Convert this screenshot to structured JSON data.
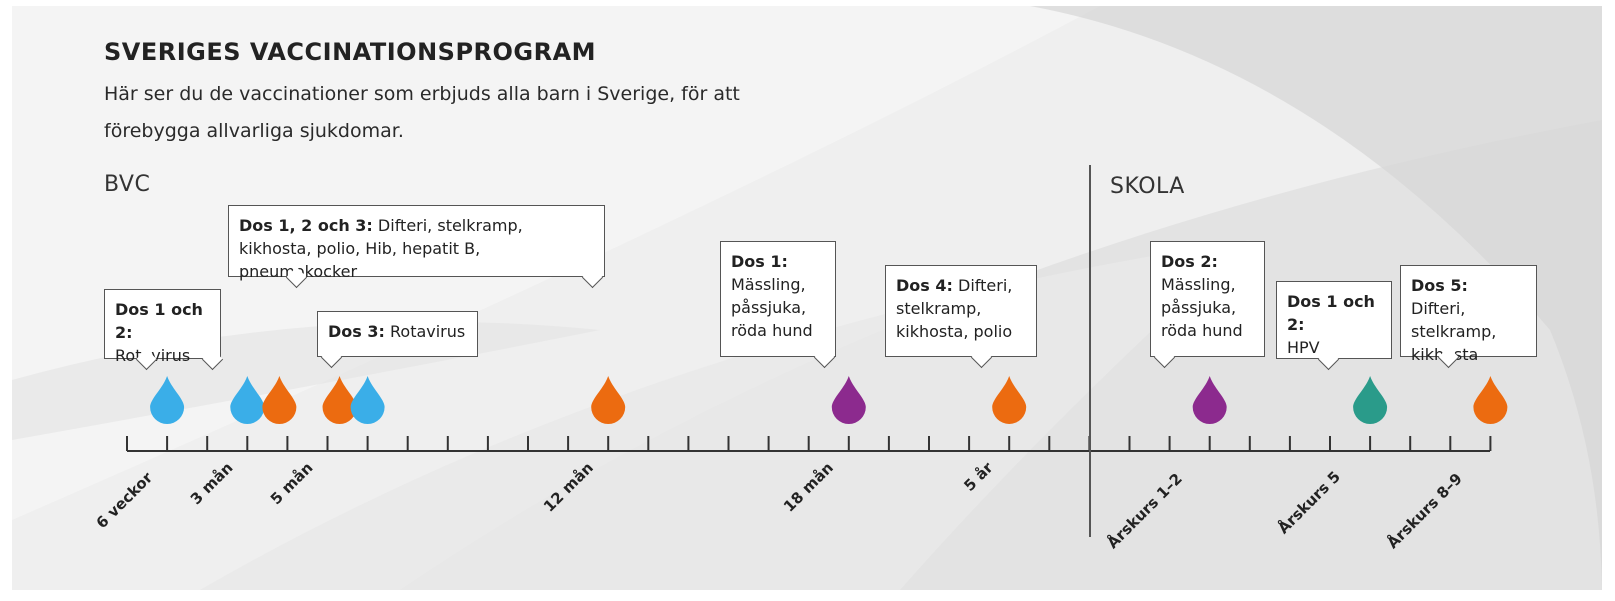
{
  "title": "SVERIGES VACCINATIONSPROGRAM",
  "subtitle": "Här ser du de vaccinationer som erbjuds alla barn i Sverige, för att förebygga allvarliga sjukdomar.",
  "sections": {
    "left": "BVC",
    "right": "SKOLA"
  },
  "colors": {
    "rotavirus": "#3aaee8",
    "difteri_stelkramp": "#ec6b10",
    "mpr": "#8c2a8e",
    "hpv": "#2a9b8a",
    "axis": "#333333"
  },
  "callouts": [
    {
      "id": "dos12rota",
      "bold": "Dos 1 och 2:",
      "text": "Rotavirus"
    },
    {
      "id": "dos123",
      "bold": "Dos 1, 2 och 3:",
      "text": "Difteri, stelkramp, kikhosta, polio, Hib, hepatit B, pneumokocker"
    },
    {
      "id": "dos3rota",
      "bold": "Dos 3:",
      "text": "Rotavirus"
    },
    {
      "id": "dos1mps",
      "bold": "Dos 1:",
      "text": "Mässling, påssjuka, röda hund"
    },
    {
      "id": "dos4",
      "bold": "Dos 4:",
      "text": "Difteri, stelkramp, kikhosta, polio"
    },
    {
      "id": "dos2mps",
      "bold": "Dos 2:",
      "text": "Mässling, påssjuka, röda hund"
    },
    {
      "id": "hpv",
      "bold": "Dos 1 och 2:",
      "text": "HPV"
    },
    {
      "id": "dos5",
      "bold": "Dos 5:",
      "text": "Difteri, stelkramp, kikhosta"
    }
  ],
  "timeline_labels": [
    "6 veckor",
    "3 mån",
    "5 mån",
    "12 mån",
    "18 mån",
    "5 år",
    "Årskurs 1–2",
    "Årskurs 5",
    "Årskurs 8–9"
  ],
  "drops": [
    {
      "slot": 1,
      "color": "rotavirus",
      "name": "rotavirus"
    },
    {
      "slot": 3,
      "color": "rotavirus",
      "name": "rotavirus"
    },
    {
      "slot": 3.8,
      "color": "difteri_stelkramp",
      "name": "difteri-stelkramp"
    },
    {
      "slot": 5.3,
      "color": "difteri_stelkramp",
      "name": "difteri-stelkramp"
    },
    {
      "slot": 6,
      "color": "rotavirus",
      "name": "rotavirus"
    },
    {
      "slot": 12,
      "color": "difteri_stelkramp",
      "name": "difteri-stelkramp"
    },
    {
      "slot": 18,
      "color": "mpr",
      "name": "mpr"
    },
    {
      "slot": 22,
      "color": "difteri_stelkramp",
      "name": "difteri-stelkramp"
    },
    {
      "slot": 27,
      "color": "mpr",
      "name": "mpr"
    },
    {
      "slot": 31,
      "color": "hpv",
      "name": "hpv"
    },
    {
      "slot": 34,
      "color": "difteri_stelkramp",
      "name": "difteri-stelkramp"
    }
  ]
}
